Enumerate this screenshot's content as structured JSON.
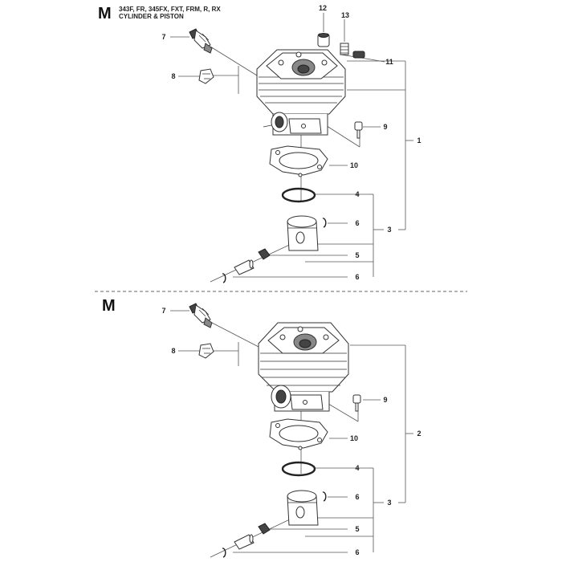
{
  "top": {
    "section_letter": "M",
    "header_models": "343F, FR, 345FX, FXT, FRM, R, RX",
    "header_title": "CYLINDER & PISTON",
    "callouts": {
      "c7": "7",
      "c8": "8",
      "c12": "12",
      "c13": "13",
      "c11": "11",
      "c9": "9",
      "c1": "1",
      "c10": "10",
      "c4": "4",
      "c6a": "6",
      "c3": "3",
      "c5": "5",
      "c6b": "6"
    }
  },
  "bottom": {
    "section_letter": "M",
    "callouts": {
      "c7": "7",
      "c8": "8",
      "c9": "9",
      "c2": "2",
      "c10": "10",
      "c4": "4",
      "c6a": "6",
      "c3": "3",
      "c5": "5",
      "c6b": "6"
    }
  }
}
